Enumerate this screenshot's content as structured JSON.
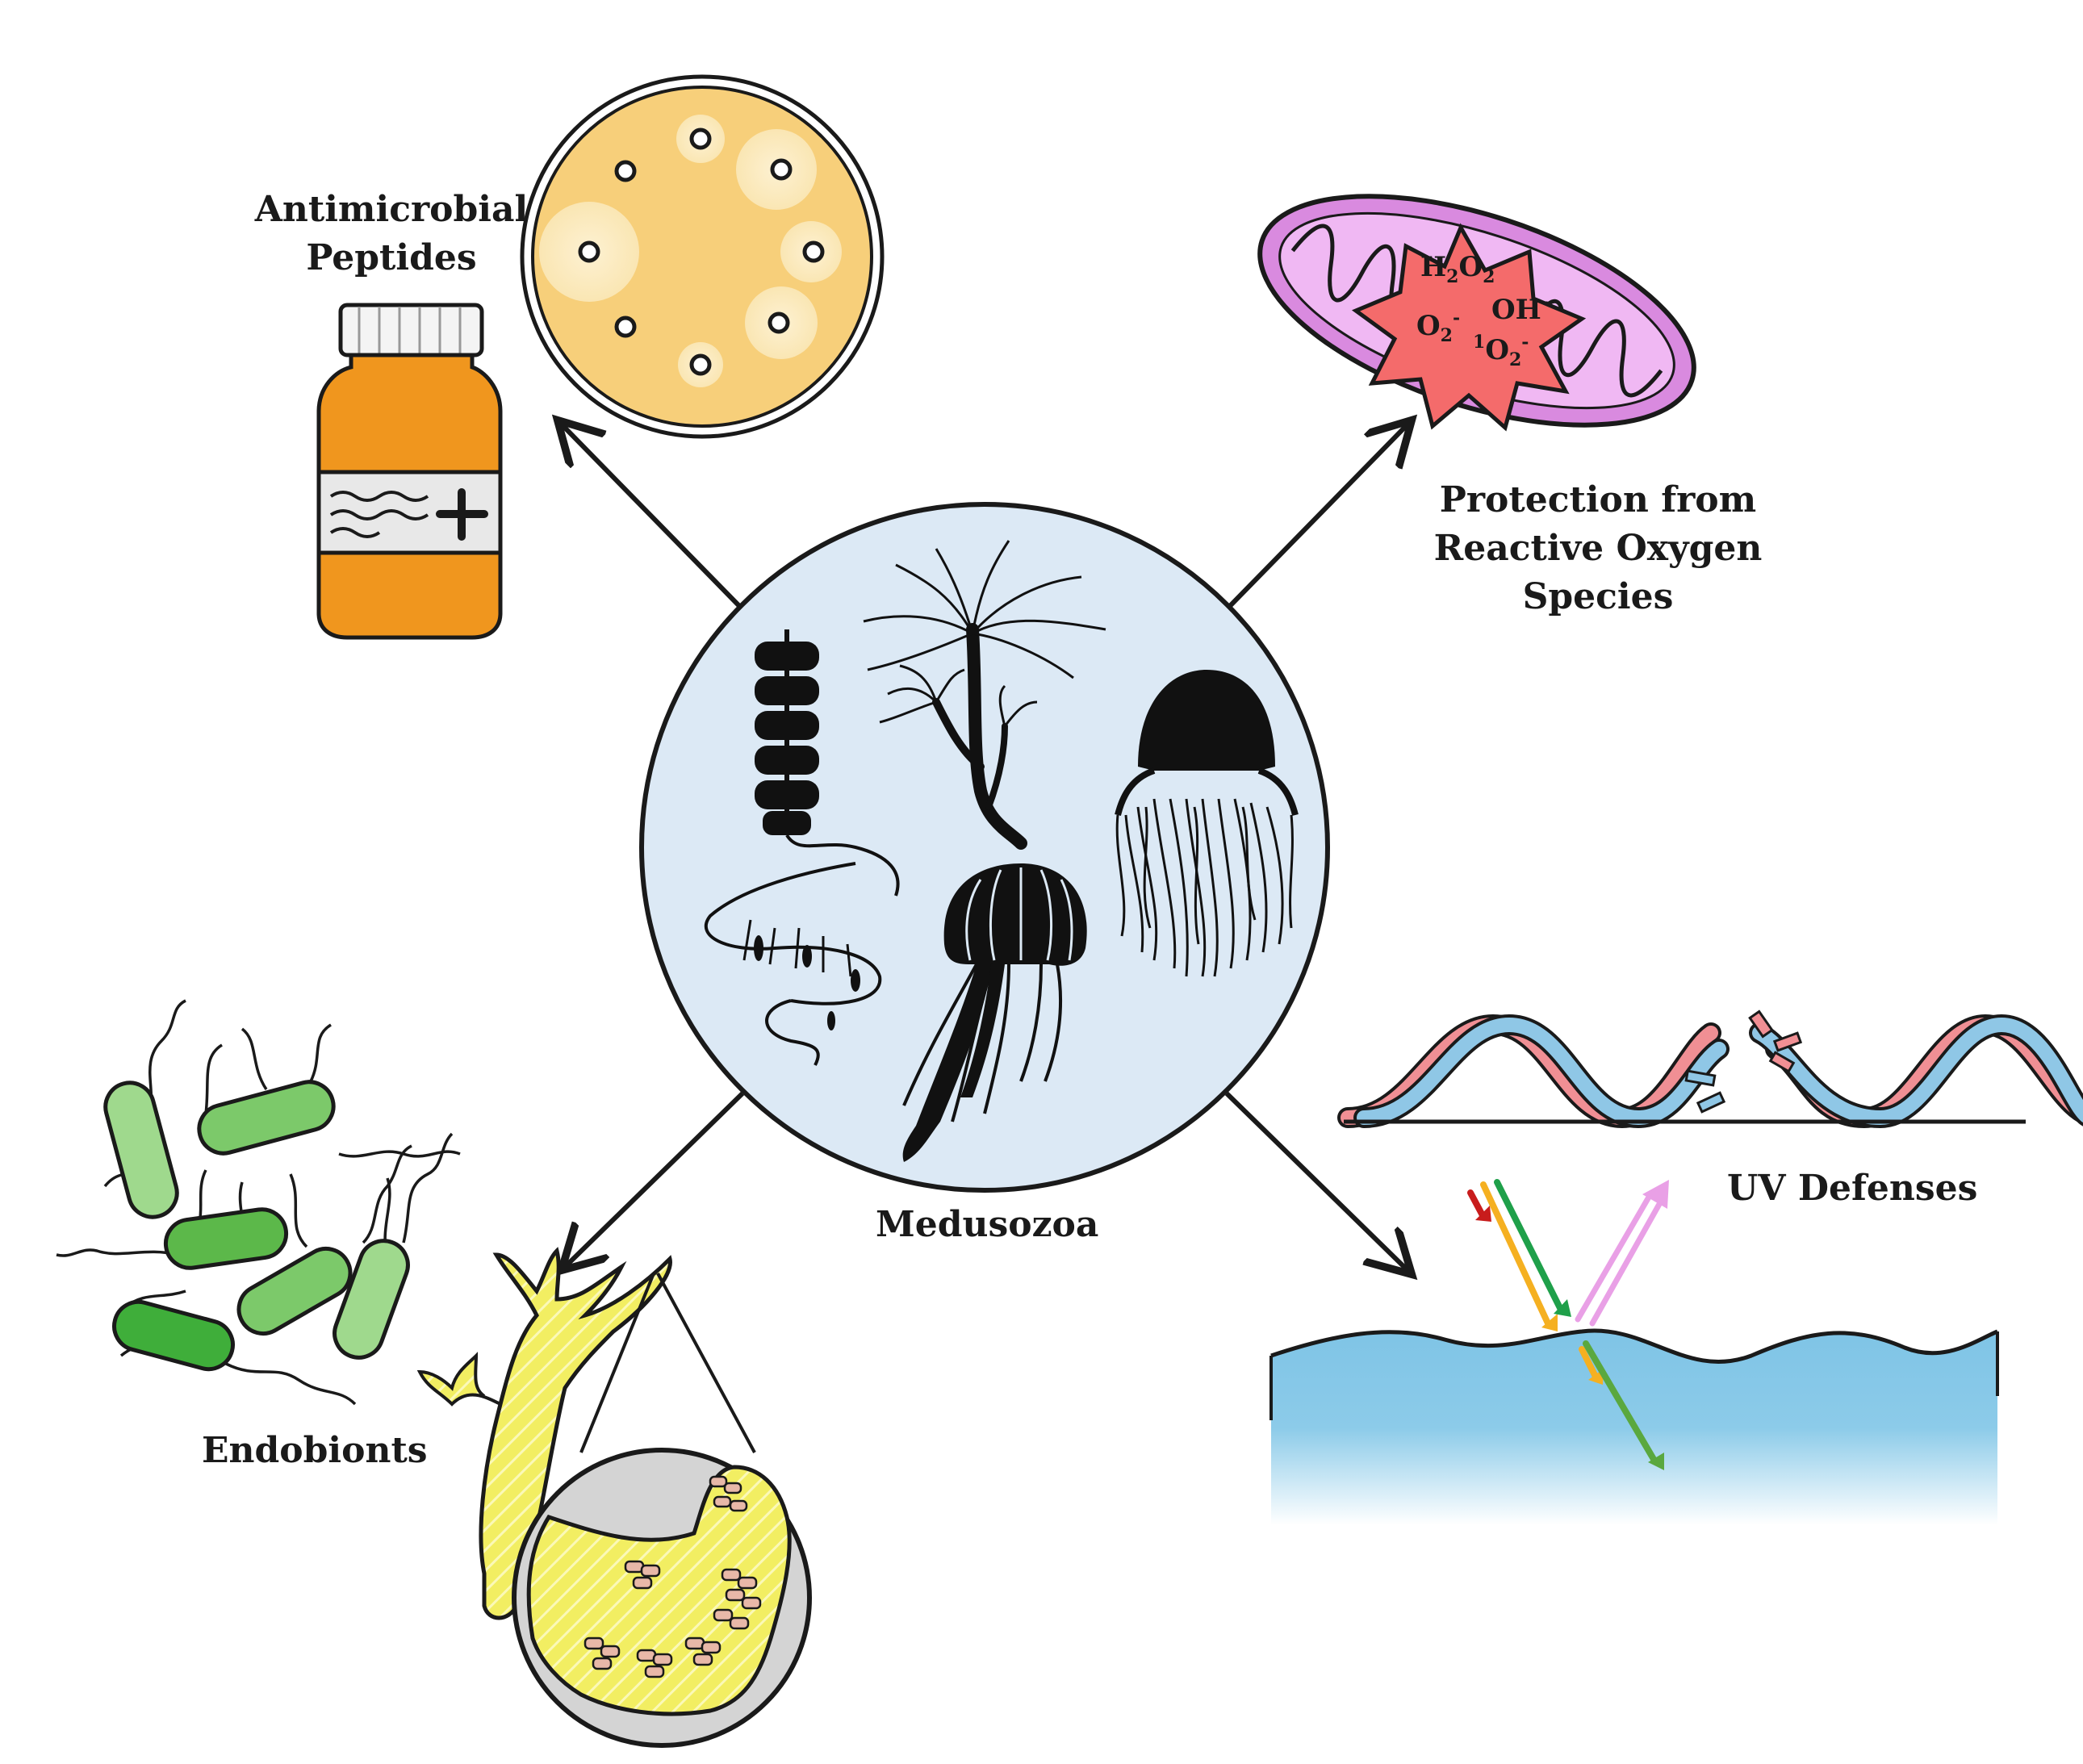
{
  "center": {
    "label": "Medusozoa"
  },
  "topics": {
    "antimicrobial": {
      "line1": "Antimicrobial",
      "line2": "Peptides"
    },
    "ros": {
      "line1": "Protection from",
      "line2": "Reactive Oxygen",
      "line3": "Species"
    },
    "uv": {
      "label": "UV Defenses"
    },
    "endobionts": {
      "label": "Endobionts"
    }
  },
  "ros_species": {
    "h2o2": {
      "base1": "H",
      "sub1": "2",
      "base2": "O",
      "sub2": "2"
    },
    "oh": {
      "base": "OH",
      "sup": "-"
    },
    "o2": {
      "base": "O",
      "sub": "2",
      "sup": "-"
    },
    "singlet": {
      "pre": "1",
      "base": "O",
      "sub": "2",
      "sup": "-"
    }
  },
  "colors": {
    "outline": "#1a1a1a",
    "center_fill": "#dce9f5",
    "bacteria_green": "#7cc96a",
    "hydra_yellow": "#f2ee62",
    "petri_fill": "#f7cf7a",
    "bottle_orange": "#f0961e",
    "mito_purple": "#d98adf",
    "ros_red": "#f46b6b",
    "dna_pink": "#f08f94",
    "dna_blue": "#8fc7e6",
    "water_blue": "#7fc4e6"
  }
}
